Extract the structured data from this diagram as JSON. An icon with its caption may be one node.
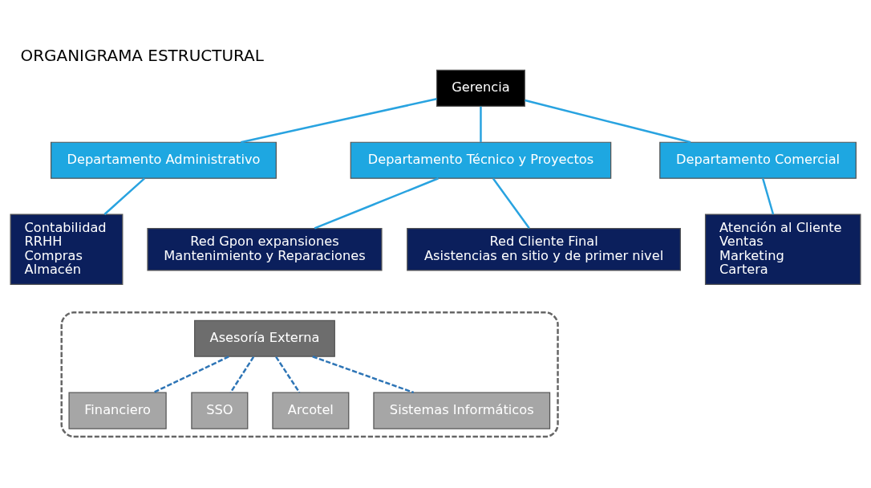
{
  "diagram": {
    "title": "ORGANIGRAMA ESTRUCTURAL",
    "nodes": [
      {
        "text": [
          "Gerencia"
        ]
      },
      {
        "text": [
          "Departamento Administrativo"
        ]
      },
      {
        "text": [
          "Departamento Técnico y Proyectos"
        ]
      },
      {
        "text": [
          "Departamento Comercial"
        ]
      },
      {
        "text": [
          "Contabilidad",
          "RRHH",
          "Compras",
          "Almacén"
        ]
      },
      {
        "text": [
          "Red Gpon expansiones",
          "Mantenimiento y Reparaciones"
        ]
      },
      {
        "text": [
          "Red Cliente Final",
          "Asistencias en sitio y de primer nivel"
        ]
      },
      {
        "text": [
          "Atención al Cliente",
          "Ventas",
          "Marketing",
          "Cartera"
        ]
      },
      {
        "text": [],
        "shape": "box"
      },
      {
        "text": [
          "Asesoría Externa"
        ],
        "in": 8
      },
      {
        "text": [
          "Financiero"
        ],
        "in": 8
      },
      {
        "text": [
          "SSO"
        ],
        "in": 8
      },
      {
        "text": [
          "Arcotel"
        ],
        "in": 8
      },
      {
        "text": [
          "Sistemas Informáticos"
        ],
        "in": 8
      }
    ],
    "edges": [
      {
        "from": 0,
        "to": 1,
        "arrow": "none"
      },
      {
        "from": 0,
        "to": 2,
        "arrow": "none"
      },
      {
        "from": 0,
        "to": 3,
        "arrow": "none"
      },
      {
        "from": 1,
        "to": 4,
        "arrow": "none"
      },
      {
        "from": 2,
        "to": 5,
        "arrow": "none"
      },
      {
        "from": 2,
        "to": 6,
        "arrow": "none"
      },
      {
        "from": 3,
        "to": 7,
        "arrow": "none"
      },
      {
        "from": 9,
        "to": 10,
        "arrow": "none",
        "style": "dashed",
        "color": "#2e75b6"
      },
      {
        "from": 9,
        "to": 11,
        "arrow": "none",
        "style": "dashed",
        "color": "#2e75b6"
      },
      {
        "from": 9,
        "to": 12,
        "arrow": "none",
        "style": "dashed",
        "color": "#2e75b6"
      },
      {
        "from": 9,
        "to": 13,
        "arrow": "none",
        "style": "dashed",
        "color": "#2e75b6"
      }
    ]
  }
}
